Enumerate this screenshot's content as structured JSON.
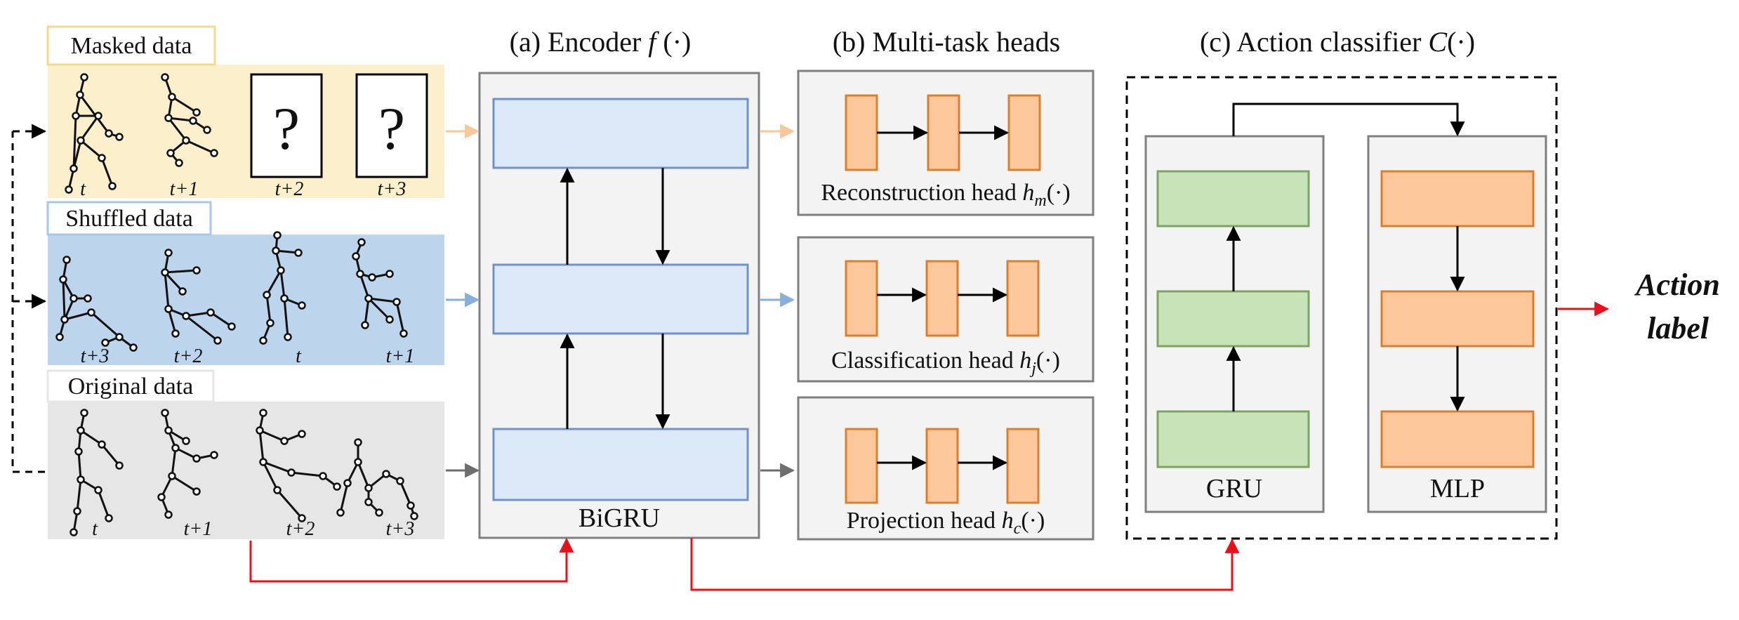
{
  "colors": {
    "masked_bg": "#fcefcb",
    "masked_border": "#f7d98c",
    "shuffled_bg": "#bcd4ec",
    "shuffled_border": "#a9c7e6",
    "original_bg": "#e6e6e6",
    "panel_bg": "#f3f3f3",
    "panel_border": "#7f7f7f",
    "blue_block": "#dbe8f8",
    "blue_block_border": "#6f92c8",
    "orange_block": "#fcc79a",
    "orange_block_border": "#d98030",
    "green_block": "#c9e3b8",
    "green_block_border": "#7ea464",
    "red_arrow": "#e8101a",
    "arrow_orange": "#f9c89a",
    "arrow_blue": "#88aedb",
    "arrow_gray": "#6e6e6e"
  },
  "inputs": {
    "masked": {
      "label": "Masked data",
      "frames": [
        "t",
        "t+1",
        "t+2",
        "t+3"
      ],
      "mask_symbol": "?"
    },
    "shuffled": {
      "label": "Shuffled data",
      "frames": [
        "t+3",
        "t+2",
        "t",
        "t+1"
      ]
    },
    "original": {
      "label": "Original data",
      "frames": [
        "t",
        "t+1",
        "t+2",
        "t+3"
      ]
    }
  },
  "encoder": {
    "title_prefix": "(a) Encoder ",
    "title_fn": "f",
    "title_suffix": " (·)",
    "label": "BiGRU"
  },
  "heads": {
    "title": "(b) Multi-task heads",
    "reconstruction": {
      "label": "Reconstruction head ",
      "fn": "h",
      "sub": "m",
      "arg": "(·)"
    },
    "classification": {
      "label": "Classification head ",
      "fn": "h",
      "sub": "j",
      "arg": "(·)"
    },
    "projection": {
      "label": "Projection head ",
      "fn": "h",
      "sub": "c",
      "arg": "(·)"
    }
  },
  "classifier": {
    "title_prefix": "(c) Action classifier ",
    "title_fn": "C",
    "title_suffix": "(·)",
    "gru_label": "GRU",
    "mlp_label": "MLP"
  },
  "output": {
    "line1": "Action",
    "line2": "label"
  }
}
